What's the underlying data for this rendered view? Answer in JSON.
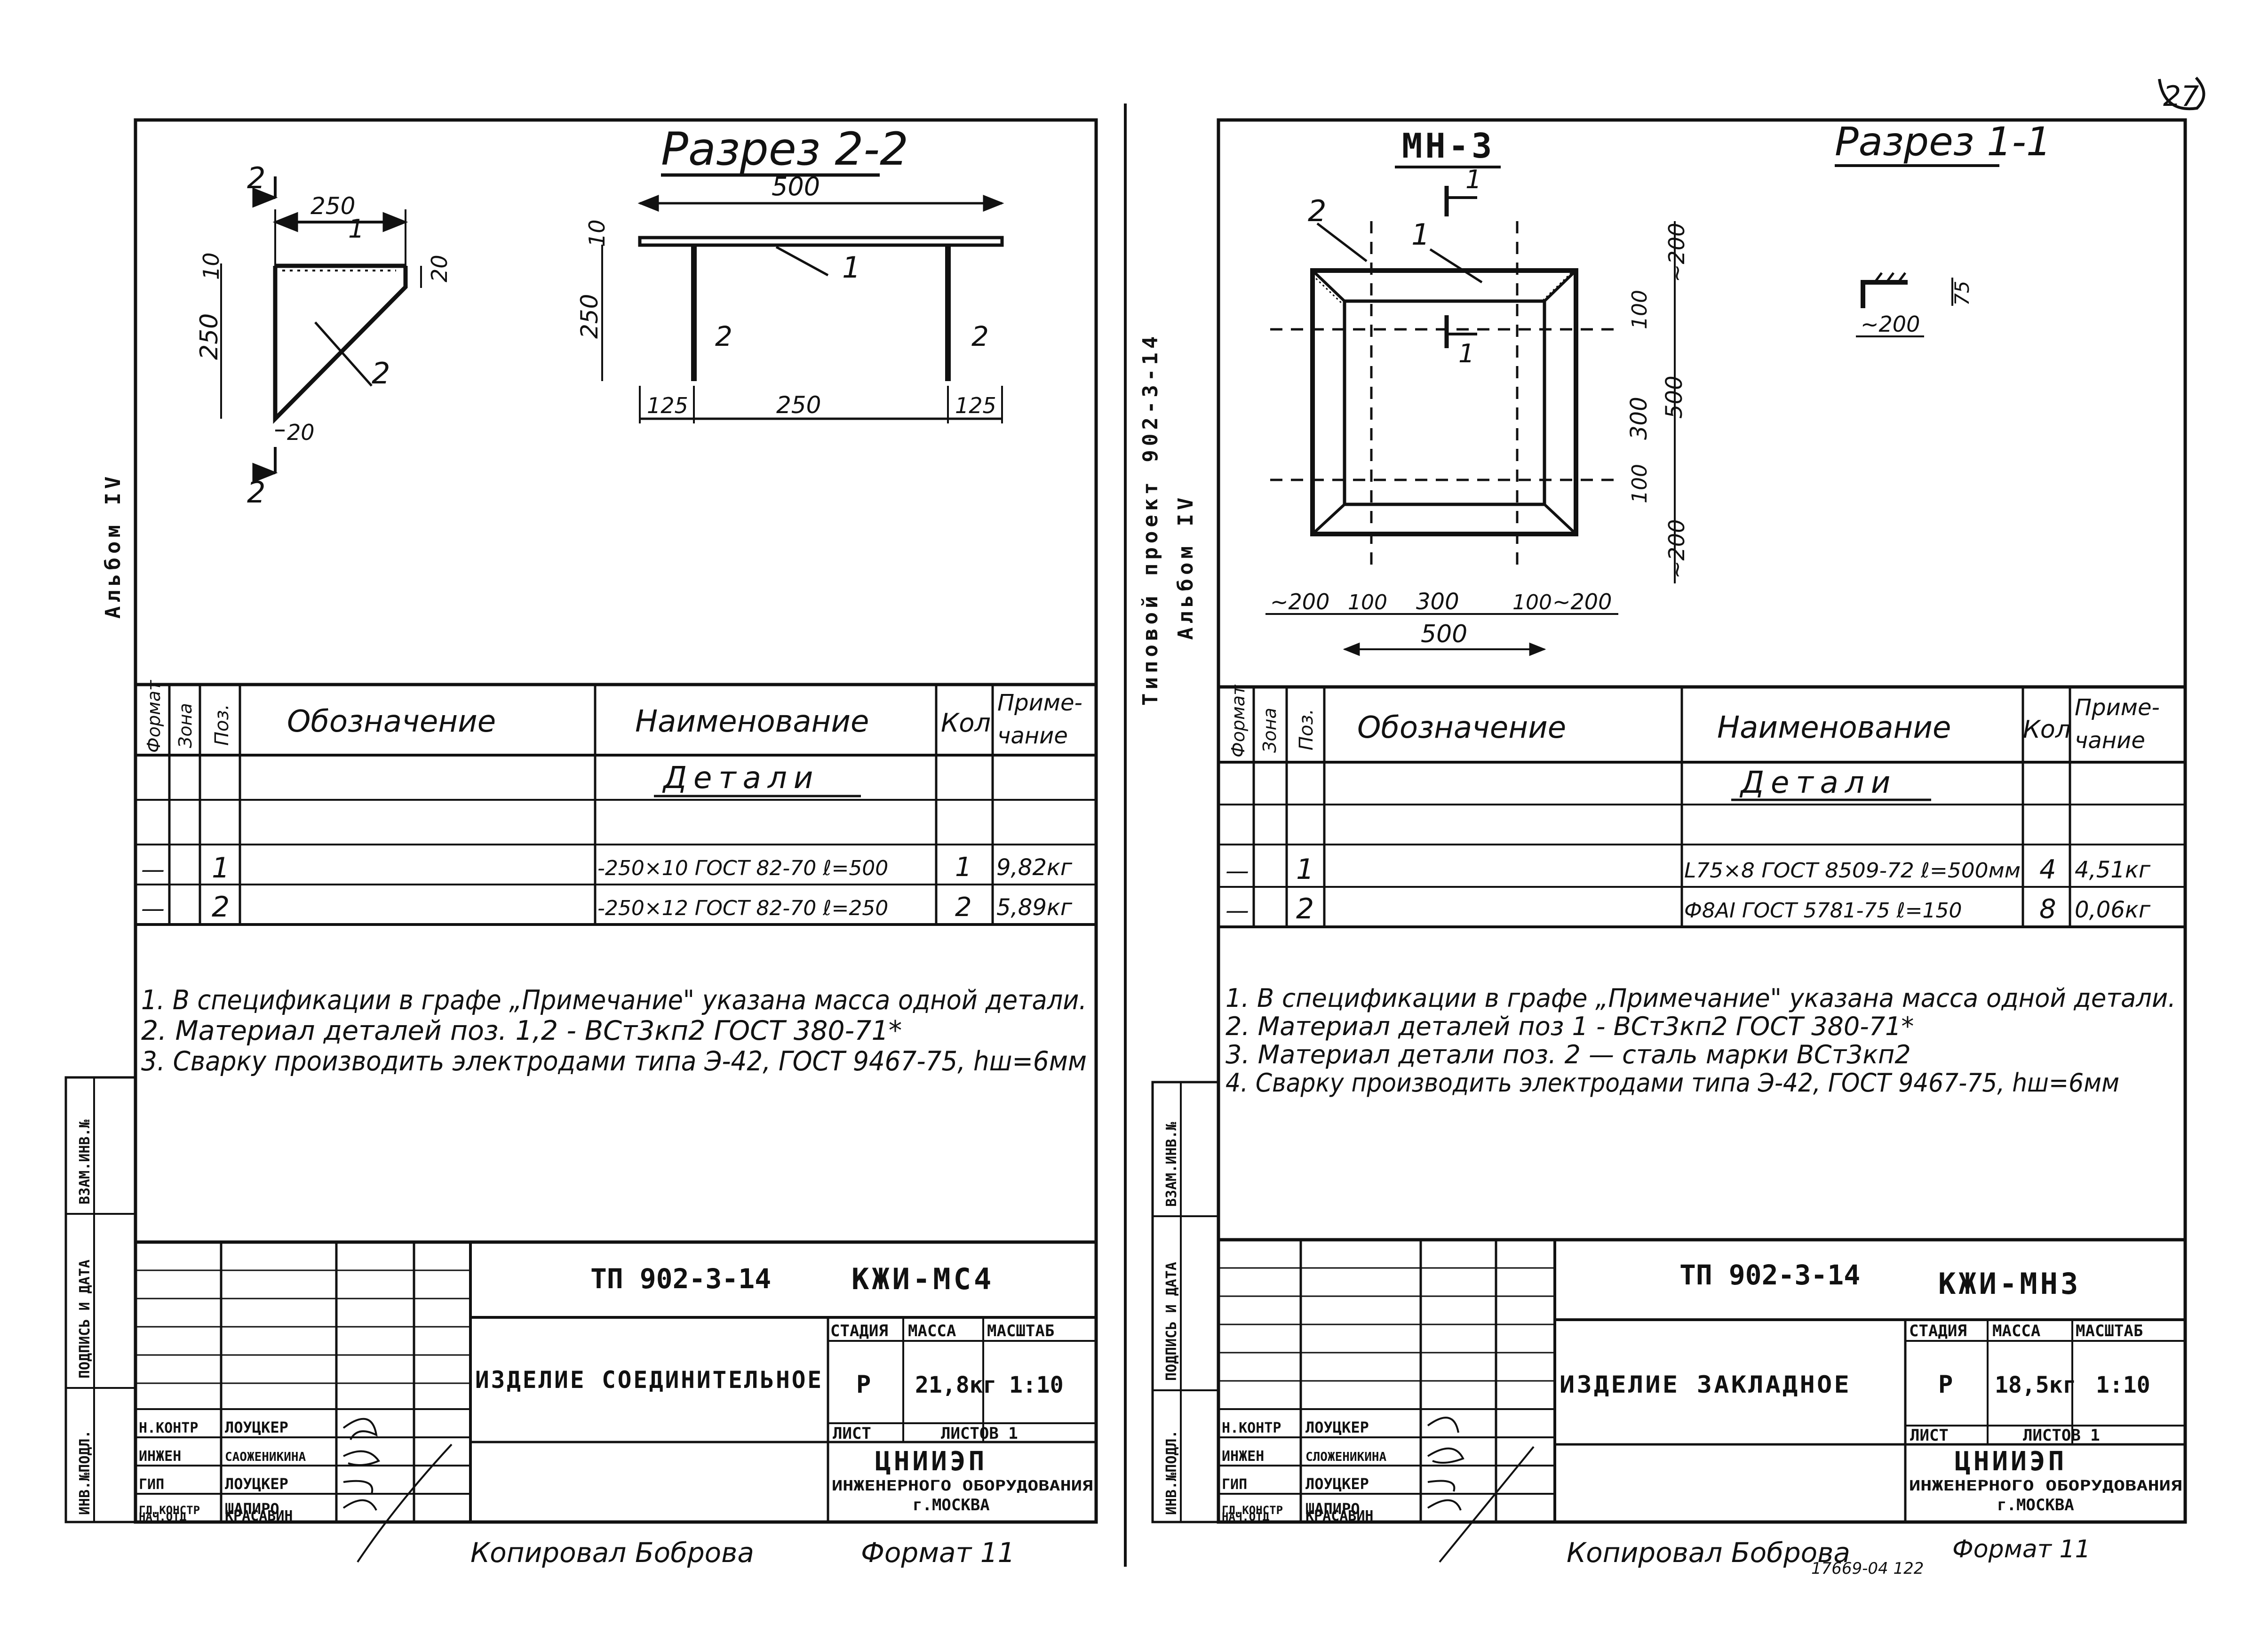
{
  "page_number": "27",
  "left": {
    "side_label": "Альбом IV",
    "section_title": "Разрез 2-2",
    "plan": {
      "cut_mark": "2",
      "dim_top": "250",
      "dim_side": "250",
      "dim_10": "10",
      "dim_20_right": "20",
      "dim_20_bottom": "20",
      "pos1": "1",
      "pos2": "2"
    },
    "section": {
      "dim_500": "500",
      "dim_10": "10",
      "dim_250": "250",
      "dim_125_left": "125",
      "dim_250_mid": "250",
      "dim_125_right": "125",
      "pos1": "1",
      "pos2_left": "2",
      "pos2_right": "2"
    },
    "spec": {
      "col_format": "Формат",
      "col_zone": "Зона",
      "col_pos": "Поз.",
      "col_designation": "Обозначение",
      "col_name": "Наименование",
      "col_qty": "Кол",
      "col_note_1": "Приме-",
      "col_note_2": "чание",
      "group": "Детали",
      "rows": [
        {
          "fmt": "—",
          "pos": "1",
          "name": "-250×10 ГОСТ 82-70 ℓ=500",
          "qty": "1",
          "note": "9,82кг"
        },
        {
          "fmt": "—",
          "pos": "2",
          "name": "-250×12 ГОСТ 82-70 ℓ=250",
          "qty": "2",
          "note": "5,89кг"
        }
      ]
    },
    "notes": [
      "1. В спецификации в графе „Примечание\" указана масса одной детали.",
      "2. Материал деталей поз. 1,2 - ВСт3кп2 ГОСТ 380-71*",
      "3. Сварку производить электродами типа Э-42, ГОСТ 9467-75, hш=6мм"
    ],
    "stamp": {
      "doc_code": "ТП 902-3-14",
      "sheet_code": "КЖИ-МС4",
      "title": "ИЗДЕЛИЕ СОЕДИНИТЕЛЬНОЕ",
      "stage_h": "СТАДИЯ",
      "mass_h": "МАССА",
      "scale_h": "МАСШТАБ",
      "stage": "Р",
      "mass": "21,8кг",
      "scale": "1:10",
      "sheet_h": "ЛИСТ",
      "sheets_h": "ЛИСТОВ 1",
      "org1": "ЦНИИЭП",
      "org2": "ИНЖЕНЕРНОГО ОБОРУДОВАНИЯ",
      "org3": "г.МОСКВА",
      "people": [
        {
          "role": "Н.КОНТР",
          "name": "ЛОУЦКЕР"
        },
        {
          "role": "ИНЖЕН",
          "name": "САОЖЕНИКИНА"
        },
        {
          "role": "ГИП",
          "name": "ЛОУЦКЕР"
        },
        {
          "role": "ГЛ.КОНСТР",
          "name": "ШАПИРО"
        },
        {
          "role": "НАЧ.ОТД",
          "name": "КРАСАВИН"
        }
      ]
    },
    "side_stamp": [
      "ИНВ.№ПОДЛ.",
      "ПОДПИСЬ И ДАТА",
      "ВЗАМ.ИНВ.№"
    ],
    "copied": "Копировал Боброва",
    "format": "Формат 11"
  },
  "right": {
    "side_label_1": "Типовой проект 902-3-14",
    "side_label_2": "Альбом IV",
    "item_title": "МН-3",
    "section_title": "Разрез 1-1",
    "plan": {
      "pos1": "1",
      "pos2": "2",
      "cut1": "1",
      "cut2": "1",
      "dim_200_top": "~200",
      "dim_100_a": "100",
      "dim_300_v": "300",
      "dim_500_v": "500",
      "dim_100_b": "100",
      "dim_200_bot": "~200",
      "dim_200_left": "~200",
      "dim_100_l": "100",
      "dim_300_h": "300",
      "dim_100_r": "100",
      "dim_200_right": "~200",
      "dim_500_h": "500"
    },
    "section": {
      "dim_75": "75",
      "dim_200": "~200"
    },
    "spec": {
      "col_format": "Формат",
      "col_zone": "Зона",
      "col_pos": "Поз.",
      "col_designation": "Обозначение",
      "col_name": "Наименование",
      "col_qty": "Кол",
      "col_note_1": "Приме-",
      "col_note_2": "чание",
      "group": "Детали",
      "rows": [
        {
          "fmt": "—",
          "pos": "1",
          "name": "L75×8 ГОСТ 8509-72 ℓ=500мм",
          "qty": "4",
          "note": "4,51кг"
        },
        {
          "fmt": "—",
          "pos": "2",
          "name": "Ф8АI ГОСТ 5781-75 ℓ=150",
          "qty": "8",
          "note": "0,06кг"
        }
      ]
    },
    "notes": [
      "1. В спецификации в графе „Примечание\" указана масса одной детали.",
      "2. Материал деталей поз 1 - ВСт3кп2 ГОСТ 380-71*",
      "3. Материал детали поз. 2 — сталь марки ВСт3кп2",
      "4. Сварку производить электродами типа Э-42, ГОСТ 9467-75, hш=6мм"
    ],
    "stamp": {
      "doc_code": "ТП 902-3-14",
      "sheet_code": "КЖИ-МН3",
      "title": "ИЗДЕЛИЕ ЗАКЛАДНОЕ",
      "stage_h": "СТАДИЯ",
      "mass_h": "МАССА",
      "scale_h": "МАСШТАБ",
      "stage": "Р",
      "mass": "18,5кг",
      "scale": "1:10",
      "sheet_h": "ЛИСТ",
      "sheets_h": "ЛИСТОВ 1",
      "org1": "ЦНИИЭП",
      "org2": "ИНЖЕНЕРНОГО ОБОРУДОВАНИЯ",
      "org3": "г.МОСКВА",
      "people": [
        {
          "role": "Н.КОНТР",
          "name": "ЛОУЦКЕР"
        },
        {
          "role": "ИНЖЕН",
          "name": "СЛОЖЕНИКИНА"
        },
        {
          "role": "ГИП",
          "name": "ЛОУЦКЕР"
        },
        {
          "role": "ГЛ.КОНСТР",
          "name": "ШАПИРО"
        },
        {
          "role": "НАЧ.ОТД",
          "name": "КРАСАВИН"
        }
      ]
    },
    "side_stamp": [
      "ИНВ.№ПОДЛ.",
      "ПОДПИСЬ И ДАТА",
      "ВЗАМ.ИНВ.№"
    ],
    "copied": "Копировал Боброва",
    "format": "Формат 11",
    "archive_no": "17669-04 122"
  }
}
